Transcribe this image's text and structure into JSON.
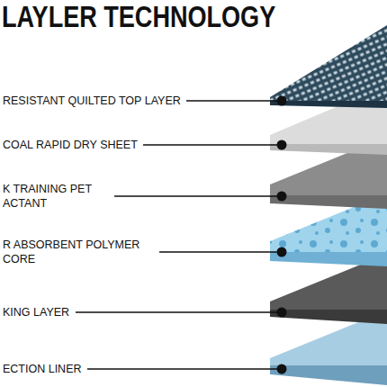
{
  "diagram": {
    "title": "LAYLER TECHNOLOGY",
    "labels": [
      "RESISTANT QUILTED TOP LAYER",
      "COAL RAPID DRY SHEET",
      "K TRAINING PET ACTANT",
      "R ABSORBENT POLYMER CORE",
      "KING LAYER",
      "ECTION LINER"
    ]
  }
}
